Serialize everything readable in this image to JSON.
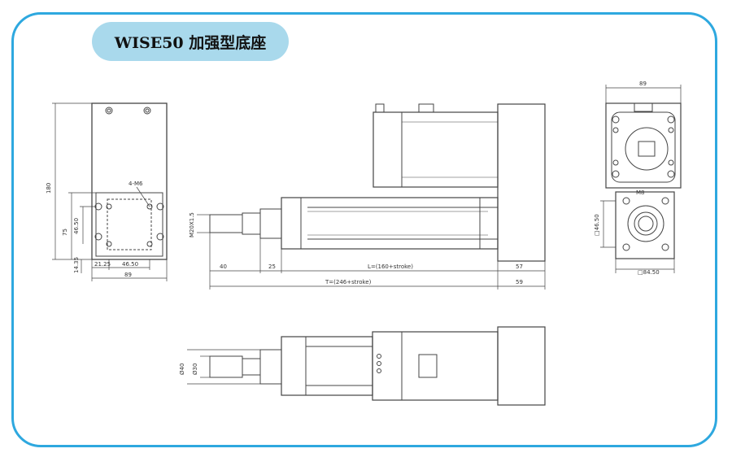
{
  "title": "WISE50 加强型底座",
  "colors": {
    "frame": "#2ea8df",
    "pill": "#a9d9ec",
    "line": "#444444"
  },
  "left_view": {
    "height": "180",
    "d75": "75",
    "d46": "46.50",
    "d14": "14.35",
    "d21": "21.25",
    "d46b": "46.50",
    "width": "89",
    "hole_label": "4-M6"
  },
  "side_view": {
    "rod_dia": "M20X1.5",
    "d40": "40",
    "d25": "25",
    "length": "L=(160+stroke)",
    "d57": "57",
    "total": "T=(246+stroke)",
    "d59": "59"
  },
  "end_view": {
    "width": "89",
    "hole": "M8",
    "sq": "□46.50",
    "bottom": "□84.50"
  },
  "bottom_view": {
    "dia40": "Ø40",
    "dia30": "Ø30"
  }
}
